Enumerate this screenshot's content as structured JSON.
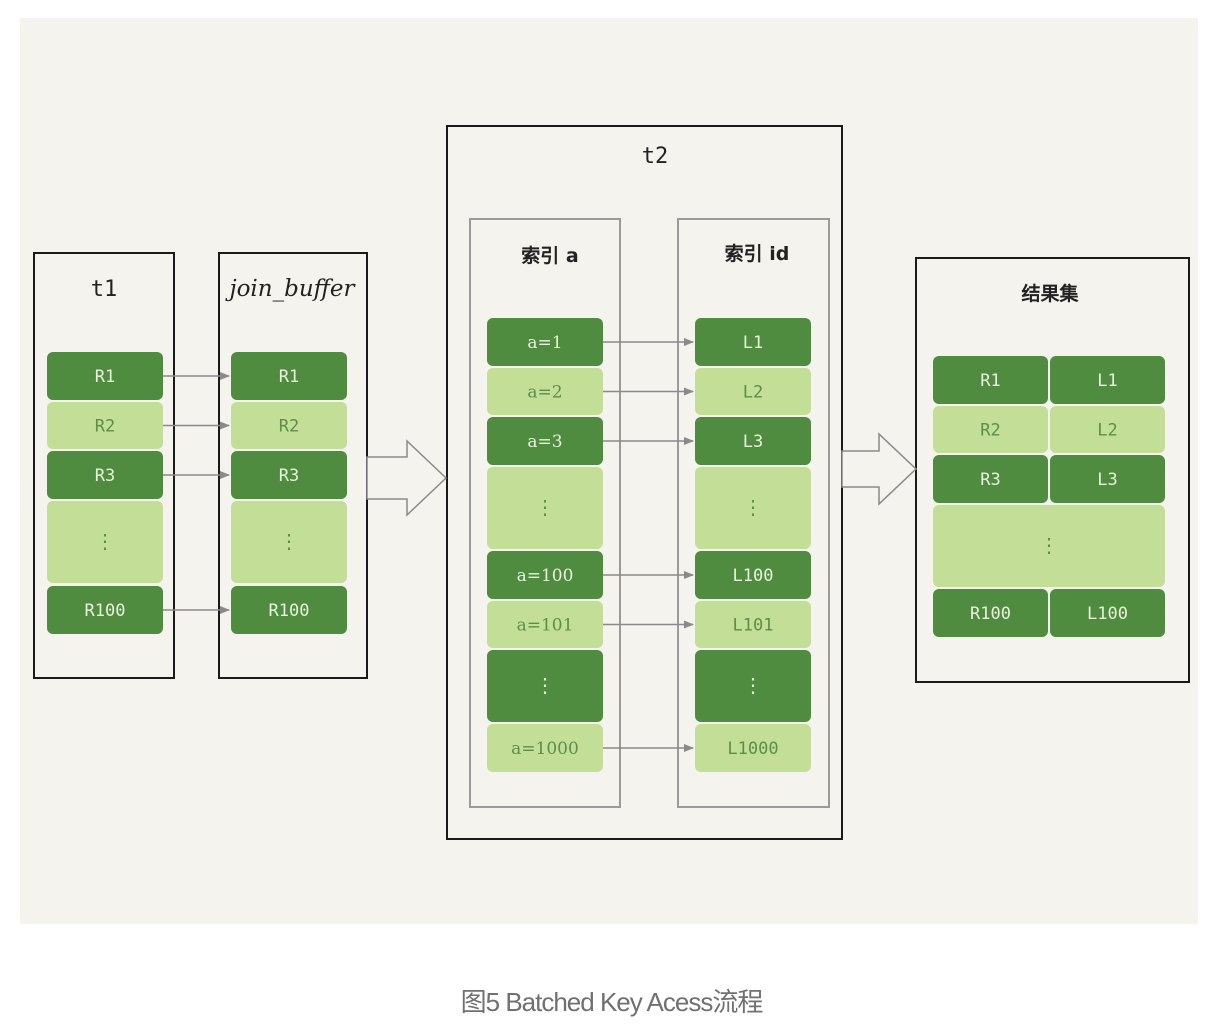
{
  "colors": {
    "background": "#f4f3ee",
    "dark_cell": "#4f8c3f",
    "light_cell": "#c3df97",
    "dark_text": "#e8f2dc",
    "light_text": "#5e8d4a",
    "border": "#1a1a1a",
    "inner_border": "#9a9a9a",
    "arrow": "#8a8a8a"
  },
  "t1": {
    "title": "t1",
    "cells": [
      "R1",
      "R2",
      "R3",
      "⋮",
      "R100"
    ]
  },
  "join_buffer": {
    "title": "join_buffer",
    "cells": [
      "R1",
      "R2",
      "R3",
      "⋮",
      "R100"
    ]
  },
  "t2": {
    "title": "t2",
    "index_a": {
      "title": "索引 a",
      "cells": [
        "a=1",
        "a=2",
        "a=3",
        "⋮",
        "a=100",
        "a=101",
        "⋮",
        "a=1000"
      ]
    },
    "index_id": {
      "title": "索引 id",
      "cells": [
        "L1",
        "L2",
        "L3",
        "⋮",
        "L100",
        "L101",
        "⋮",
        "L1000"
      ]
    }
  },
  "result": {
    "title": "结果集",
    "rows": [
      [
        "R1",
        "L1"
      ],
      [
        "R2",
        "L2"
      ],
      [
        "R3",
        "L3"
      ],
      [
        "⋮"
      ],
      [
        "R100",
        "L100"
      ]
    ]
  },
  "caption": "图5 Batched Key Acess流程"
}
